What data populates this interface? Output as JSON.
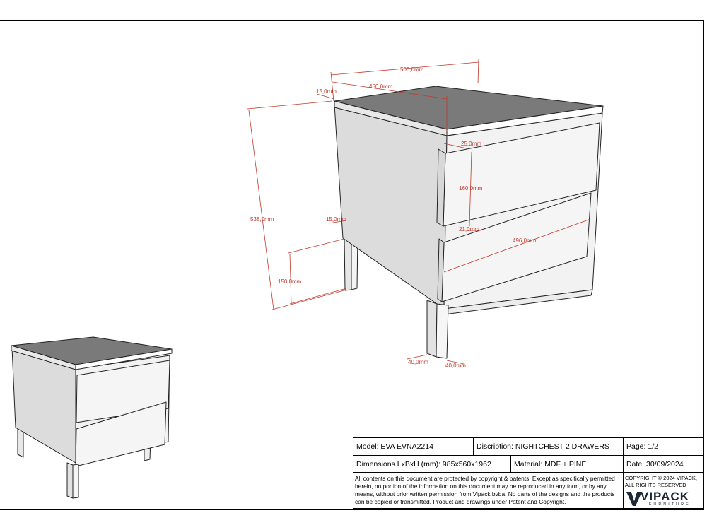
{
  "dimensions": {
    "total_width": "500,0mm",
    "inner_width": "450,0mm",
    "top_overhang": "15,0mm",
    "height": "538,0mm",
    "side_inset": "15,0mm",
    "leg_height": "150,0mm",
    "drawer_gap": "25,0mm",
    "drawer_height": "160,0mm",
    "drawer_spacing": "21,0mm",
    "drawer_width": "496,0mm",
    "leg_width": "40,0mm",
    "leg_depth": "40,0mm"
  },
  "title_block": {
    "model": "Model: EVA EVNA2214",
    "description": "Discription: NIGHTCHEST 2 DRAWERS",
    "page": "Page: 1/2",
    "dims_text": "Dimensions LxBxH (mm): 985x560x1962",
    "material": "Material: MDF + PINE",
    "date": "Date: 30/09/2024",
    "notice": "All contents on this document are protected by copyright & patents. Except as specifically permitted herein, no portion of the information on this document may be reproduced in any form, or by any means, without prior written permission from Vipack bvba. No parts of the designs and the products can be copied or transmitted. Product and drawings under Patent and Copyright.",
    "copyright": "COPYRIGHT © 2024 VIPACK, ALL RIGHTS RESERVED"
  },
  "brand": {
    "name": "VIPACK",
    "tagline": "FURNITURE",
    "color": "#1b2a36"
  },
  "colors": {
    "dimension_line": "#c0392b",
    "top_surface": "#7a7a7a",
    "side_panel": "#dcdcdc",
    "front_panel": "#f2f2f2"
  }
}
